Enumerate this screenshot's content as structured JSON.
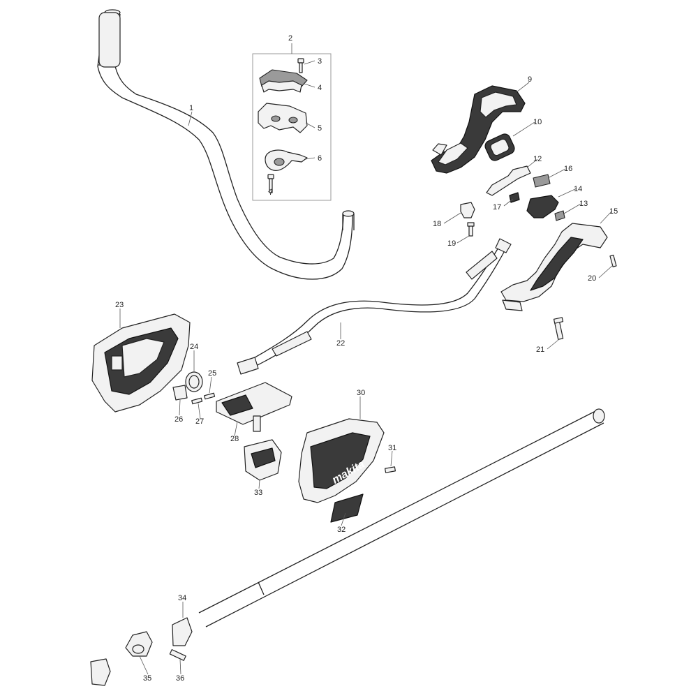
{
  "parts": [
    {
      "id": "handle-bar",
      "label": "1"
    },
    {
      "id": "clamp-assembly",
      "label": "2"
    },
    {
      "id": "clamp-screw-top",
      "label": "3"
    },
    {
      "id": "clamp-upper",
      "label": "4"
    },
    {
      "id": "clamp-holder",
      "label": "5"
    },
    {
      "id": "clamp-lower",
      "label": "6"
    },
    {
      "id": "clamp-screw-bottom",
      "label": "7"
    },
    {
      "id": "switch-housing",
      "label": "9"
    },
    {
      "id": "trigger-seal",
      "label": "10"
    },
    {
      "id": "trigger-lever",
      "label": "12"
    },
    {
      "id": "spring-a",
      "label": "13"
    },
    {
      "id": "lock-lever",
      "label": "14"
    },
    {
      "id": "grip-handle",
      "label": "15"
    },
    {
      "id": "switch-plate",
      "label": "16"
    },
    {
      "id": "spring-b",
      "label": "17"
    },
    {
      "id": "lock-button",
      "label": "18"
    },
    {
      "id": "screw-19",
      "label": "19"
    },
    {
      "id": "screw-20",
      "label": "20"
    },
    {
      "id": "screw-21",
      "label": "21"
    },
    {
      "id": "cable-conduit",
      "label": "22"
    },
    {
      "id": "motor-housing-left",
      "label": "23"
    },
    {
      "id": "band-clamp",
      "label": "24"
    },
    {
      "id": "screw-25",
      "label": "25"
    },
    {
      "id": "clip-26",
      "label": "26"
    },
    {
      "id": "screw-27",
      "label": "27"
    },
    {
      "id": "controller-board",
      "label": "28"
    },
    {
      "id": "motor-housing-right",
      "label": "30"
    },
    {
      "id": "screw-31",
      "label": "31"
    },
    {
      "id": "label-plate",
      "label": "32"
    },
    {
      "id": "terminal",
      "label": "33"
    },
    {
      "id": "shaft-clamp",
      "label": "34"
    },
    {
      "id": "hanger-ring",
      "label": "35"
    },
    {
      "id": "bolt-36",
      "label": "36"
    }
  ],
  "brand": "makita"
}
